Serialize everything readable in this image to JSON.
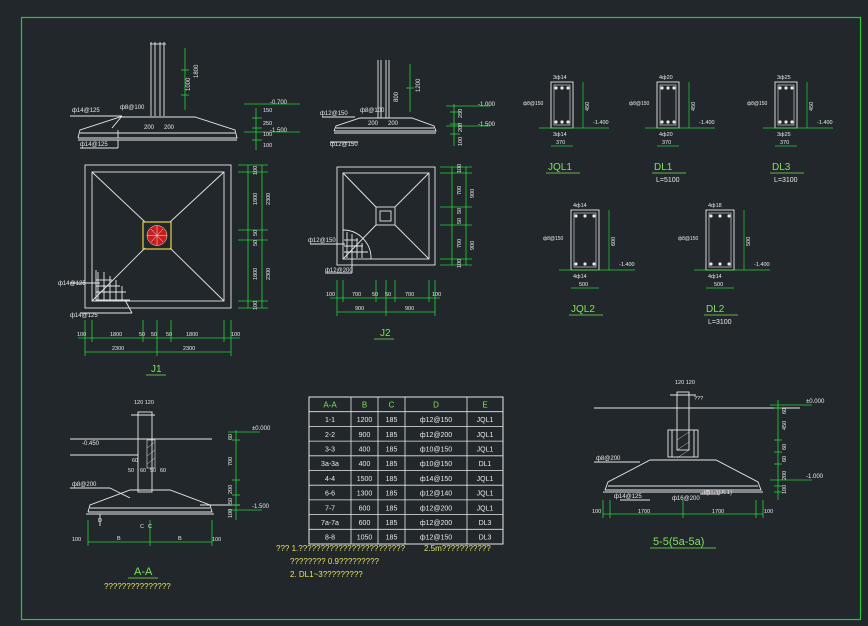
{
  "colors": {
    "background": "#21272b",
    "frame": "#22c832",
    "line": "#e8e8e8",
    "dim": "#22d63a",
    "text": "#e8e8e8",
    "title": "#7fe35a",
    "note": "#e6e65a",
    "accent": "#e02828",
    "column": "#e6d23c"
  },
  "j1": {
    "title": "J1",
    "rebar_top": "ф14@125",
    "rebar_mid": "ф8@100",
    "rebar_bot": "ф14@125",
    "rebar_plan": "ф14@125",
    "rebar_bottom_left": "ф14@125",
    "col_200a": "200",
    "col_200b": "200",
    "h1000": "1000",
    "h1800": "1800",
    "elev_top": "-0.700",
    "elev_bot": "-1.500",
    "side_dims": [
      "150",
      "250",
      "100",
      "100"
    ],
    "v_dims": [
      "100",
      "1800",
      "2300",
      "50",
      "50",
      "2300",
      "1800",
      "100"
    ],
    "b_dims": [
      "100",
      "1800",
      "50",
      "50",
      "50",
      "1800",
      "100"
    ],
    "b_tot": [
      "2300",
      "2300"
    ]
  },
  "j2": {
    "title": "J2",
    "rebar_top": "ф12@150",
    "rebar_mid": "ф8@100",
    "rebar_bot": "ф12@150",
    "rebar_plan": "ф12@150",
    "rebar_plan2": "ф12@200",
    "col_200a": "200",
    "col_200b": "200",
    "h800": "800",
    "h1200": "1200",
    "elev_top": "-1.000",
    "elev_bot": "-1.500",
    "side_dims": [
      "250",
      "200",
      "100"
    ],
    "v_dims": [
      "100",
      "700",
      "50",
      "50",
      "700",
      "100",
      "900",
      "900"
    ],
    "b_dims": [
      "100",
      "700",
      "50",
      "50",
      "700",
      "100"
    ],
    "b_tot": [
      "900",
      "900"
    ]
  },
  "beams": [
    {
      "title": "JQL1",
      "sub": "",
      "top": "3ф14",
      "bot": "3ф14",
      "stir": "ф8@150",
      "h": "450",
      "w": "370",
      "elev": "-1.400"
    },
    {
      "title": "DL1",
      "sub": "L=5100",
      "top": "4ф20",
      "bot": "4ф20",
      "stir": "ф8@150",
      "h": "450",
      "w": "370",
      "elev": "-1.400"
    },
    {
      "title": "DL3",
      "sub": "L=3100",
      "top": "3ф25",
      "bot": "3ф25",
      "stir": "ф8@150",
      "h": "450",
      "w": "370",
      "elev": "-1.400"
    },
    {
      "title": "JQL2",
      "sub": "",
      "top": "4ф14",
      "bot": "4ф14",
      "stir": "ф8@150",
      "h": "600",
      "w": "500",
      "elev": "-1.400"
    },
    {
      "title": "DL2",
      "sub": "L=3100",
      "top": "4ф18",
      "bot": "4ф14",
      "stir": "ф8@150",
      "h": "500",
      "w": "500",
      "elev": "-1.400"
    }
  ],
  "aa": {
    "title": "A-A",
    "caption": "???????????????",
    "elev0": "±0.000",
    "elev450": "-0.450",
    "elev1500": "-1.500",
    "top_dim": "120 120",
    "rebar": "ф8@200",
    "labels": [
      "D",
      "C",
      "C",
      "B",
      "B"
    ],
    "dims": [
      "100",
      "100"
    ],
    "mid_dims": [
      "60",
      "50",
      "60",
      "50",
      "60"
    ],
    "right_dims": [
      "60",
      "700",
      "200",
      "50",
      "100"
    ]
  },
  "table": {
    "headers": [
      "A-A",
      "B",
      "C",
      "D",
      "E"
    ],
    "rows": [
      [
        "1-1",
        "1200",
        "185",
        "ф12@150",
        "JQL1"
      ],
      [
        "2-2",
        "900",
        "185",
        "ф12@200",
        "JQL1"
      ],
      [
        "3-3",
        "400",
        "185",
        "ф10@150",
        "JQL1"
      ],
      [
        "3a-3a",
        "400",
        "185",
        "ф10@150",
        "DL1"
      ],
      [
        "4-4",
        "1500",
        "185",
        "ф14@150",
        "JQL1"
      ],
      [
        "6-6",
        "1300",
        "185",
        "ф12@140",
        "JQL1"
      ],
      [
        "7-7",
        "600",
        "185",
        "ф12@200",
        "JQL1"
      ],
      [
        "7a-7a",
        "600",
        "185",
        "ф12@200",
        "DL3"
      ],
      [
        "8-8",
        "1050",
        "185",
        "ф12@150",
        "DL3"
      ]
    ]
  },
  "s55": {
    "title": "5-5(5a-5a)",
    "top_dim": "120 120",
    "elev0": "±0.000",
    "elev1": "-1.000",
    "rebar_left": "ф8@200",
    "rebar_bot": "ф14@125",
    "rebar_b": "ф16@200",
    "beam_label": "3ф12(DL1)",
    "wq": "???",
    "dims_bottom": [
      "100",
      "1700",
      "1700",
      "100"
    ],
    "right_dims": [
      "60",
      "450",
      "60",
      "60",
      "200",
      "100"
    ]
  },
  "notes": {
    "line1": "??? 1.????????????????????????",
    "line1b": "2.5m???????????",
    "line2": "????????   0.9?????????",
    "line3": "2. DL1~3?????????"
  }
}
